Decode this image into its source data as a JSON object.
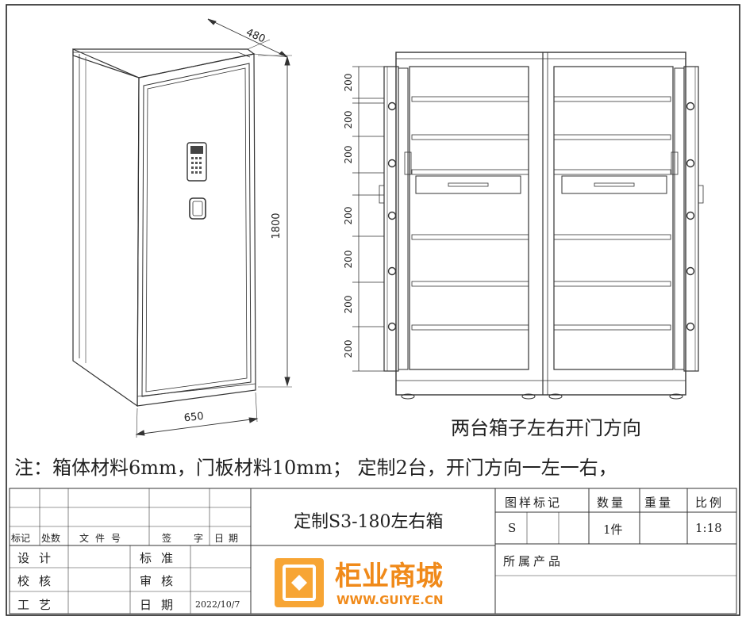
{
  "drawing": {
    "dimensions": {
      "depth": "480",
      "height": "1800",
      "width": "650",
      "shelf_spacing": [
        "200",
        "200",
        "200",
        "200",
        "200",
        "200",
        "200"
      ]
    },
    "caption": "两台箱子左右开门方向",
    "note": "注：箱体材料6mm，门板材料10mm；  定制2台，开门方向一左一右，"
  },
  "title_block": {
    "product_title": "定制S3-180左右箱",
    "headers": {
      "drawing_mark": "图样标记",
      "quantity": "数量",
      "weight": "重量",
      "scale": "比例"
    },
    "values": {
      "drawing_mark": "S",
      "quantity": "1件",
      "scale": "1:18"
    },
    "belongs_to": "所属产品",
    "revision_row": {
      "mark": "标记",
      "count": "处数",
      "file_no": "文件号",
      "sign": "签",
      "sign2": "字",
      "date": "日期"
    },
    "roles": {
      "design": "设计",
      "check": "校核",
      "process": "工艺",
      "standard": "标准",
      "review": "审核",
      "date_label": "日期",
      "date_value": "2022/10/7"
    }
  },
  "logo": {
    "name": "柜业商城",
    "url": "WWW.GUIYE.CN",
    "colors": {
      "orange": "#f08a1a",
      "icon_bg": "#f7a534"
    }
  }
}
